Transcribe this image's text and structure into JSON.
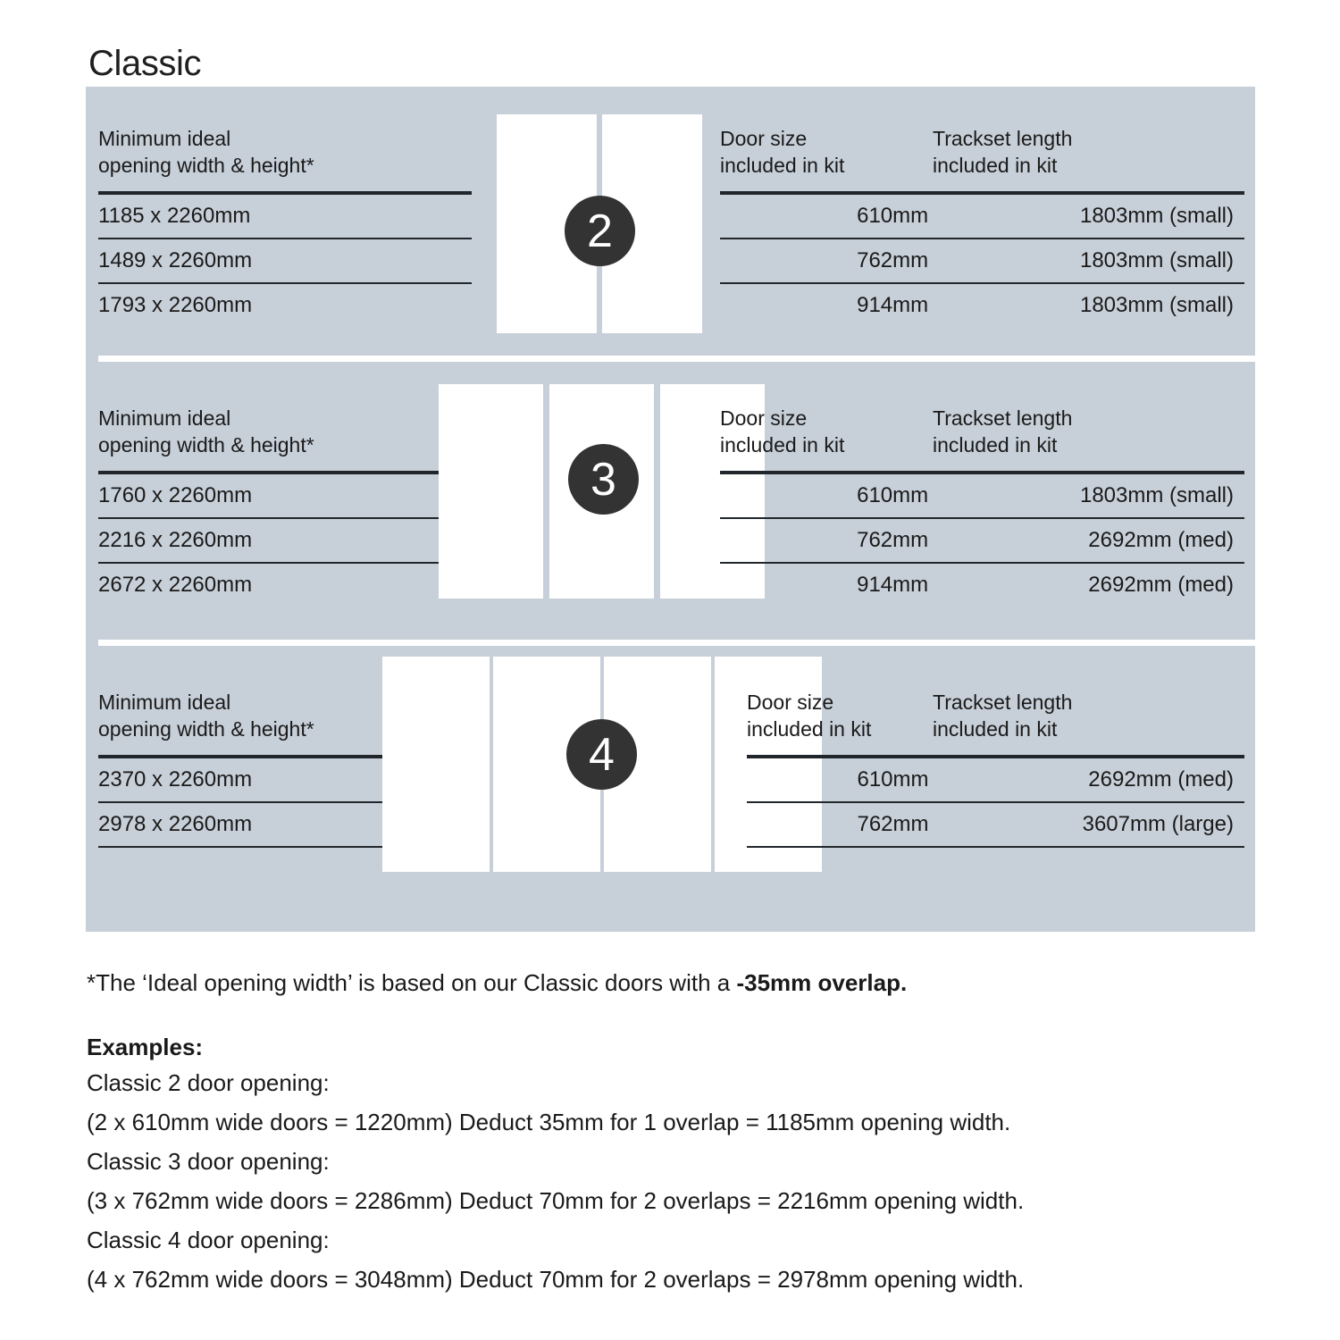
{
  "title": "Classic",
  "colors": {
    "panel_bg": "#c7cfd8",
    "badge_bg": "#333333",
    "door_fill": "#ffffff",
    "rule": "#20262b",
    "text": "#1a1a1a"
  },
  "headers": {
    "left": "Minimum ideal\nopening width & height*",
    "door_size": "Door size\nincluded in kit",
    "trackset": "Trackset length\nincluded in kit"
  },
  "blocks": [
    {
      "badge": "2",
      "door_count": 2,
      "rows": [
        {
          "opening": "1185 x 2260mm",
          "door_size": "610mm",
          "trackset": "1803mm (small)"
        },
        {
          "opening": "1489 x 2260mm",
          "door_size": "762mm",
          "trackset": "1803mm (small)"
        },
        {
          "opening": "1793 x 2260mm",
          "door_size": "914mm",
          "trackset": "1803mm (small)"
        }
      ]
    },
    {
      "badge": "3",
      "door_count": 3,
      "rows": [
        {
          "opening": "1760 x 2260mm",
          "door_size": "610mm",
          "trackset": "1803mm (small)"
        },
        {
          "opening": "2216 x 2260mm",
          "door_size": "762mm",
          "trackset": "2692mm (med)"
        },
        {
          "opening": "2672 x 2260mm",
          "door_size": "914mm",
          "trackset": "2692mm (med)"
        }
      ]
    },
    {
      "badge": "4",
      "door_count": 4,
      "rows": [
        {
          "opening": "2370 x 2260mm",
          "door_size": "610mm",
          "trackset": "2692mm (med)"
        },
        {
          "opening": "2978 x 2260mm",
          "door_size": "762mm",
          "trackset": "3607mm (large)"
        }
      ]
    }
  ],
  "footnotes": {
    "star_prefix": "*The ‘Ideal opening width’ is based on our Classic doors with a ",
    "star_bold": "-35mm overlap.",
    "examples_label": "Examples:",
    "examples": [
      "Classic 2 door opening:",
      "(2 x 610mm wide doors = 1220mm)  Deduct 35mm for 1 overlap = 1185mm opening width.",
      "Classic 3 door opening:",
      "(3 x 762mm wide doors = 2286mm)  Deduct 70mm for 2 overlaps = 2216mm opening width.",
      "Classic 4 door opening:",
      "(4 x 762mm wide doors = 3048mm)  Deduct 70mm for 2 overlaps = 2978mm opening width."
    ]
  }
}
